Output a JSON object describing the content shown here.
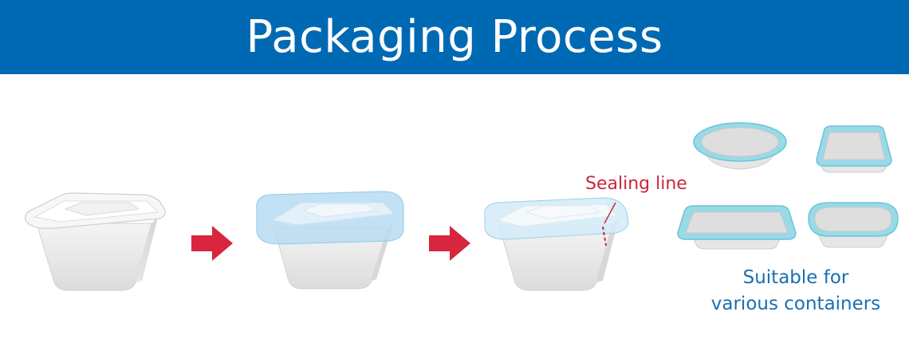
{
  "header": {
    "title": "Packaging Process"
  },
  "labels": {
    "sealing_line": "Sealing line",
    "caption_line1": "Suitable for",
    "caption_line2": "various containers"
  },
  "colors": {
    "header_bg": "#0069b4",
    "header_text": "#ffffff",
    "arrow": "#d7263d",
    "sealing_label": "#c8283b",
    "caption": "#1a6fb0",
    "film": "#b9dcf2",
    "film_edge": "#7fc6e3",
    "tray_film": "#9ad9e6"
  },
  "icons": {
    "step_1": "empty-container-icon",
    "step_2": "film-placed-container-icon",
    "step_3": "sealed-container-icon",
    "arrow": "right-arrow-icon",
    "trays": [
      "oval-tray-icon",
      "square-tray-icon",
      "rectangular-tray-icon",
      "rounded-tray-icon"
    ]
  }
}
